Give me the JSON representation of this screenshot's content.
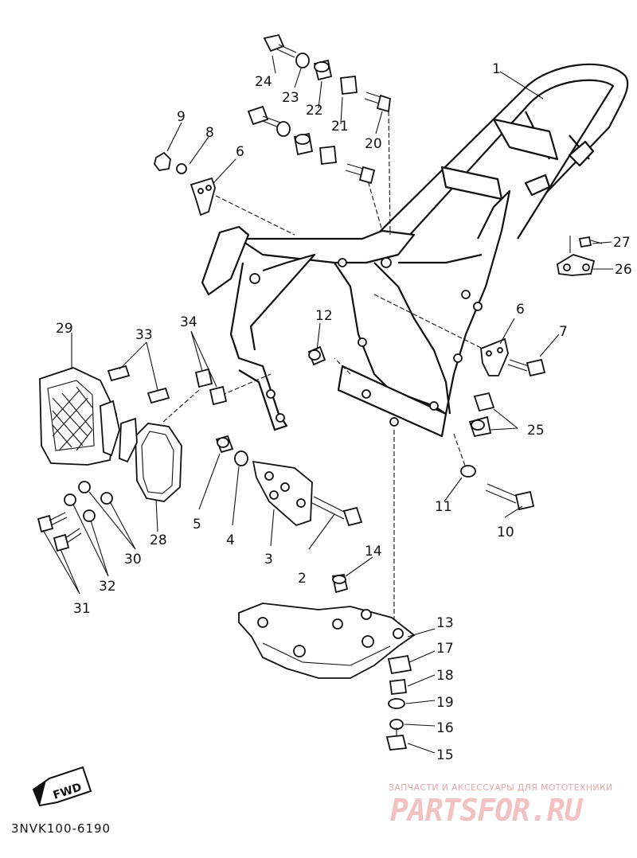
{
  "diagram": {
    "callouts": [
      "1",
      "2",
      "3",
      "4",
      "5",
      "6",
      "6",
      "7",
      "8",
      "9",
      "10",
      "11",
      "12",
      "13",
      "14",
      "15",
      "16",
      "17",
      "18",
      "19",
      "20",
      "21",
      "22",
      "23",
      "24",
      "25",
      "26",
      "27",
      "28",
      "29",
      "30",
      "31",
      "32",
      "33",
      "34"
    ],
    "direction_marker": "FWD",
    "drawing_code": "3NVK100-6190"
  },
  "watermark": {
    "tagline": "ЗАПЧАСТИ И АКСЕССУАРЫ ДЛЯ МОТОТЕХНИКИ",
    "brand": "PARTSFOR.RU",
    "color": "#f2c2c2"
  }
}
